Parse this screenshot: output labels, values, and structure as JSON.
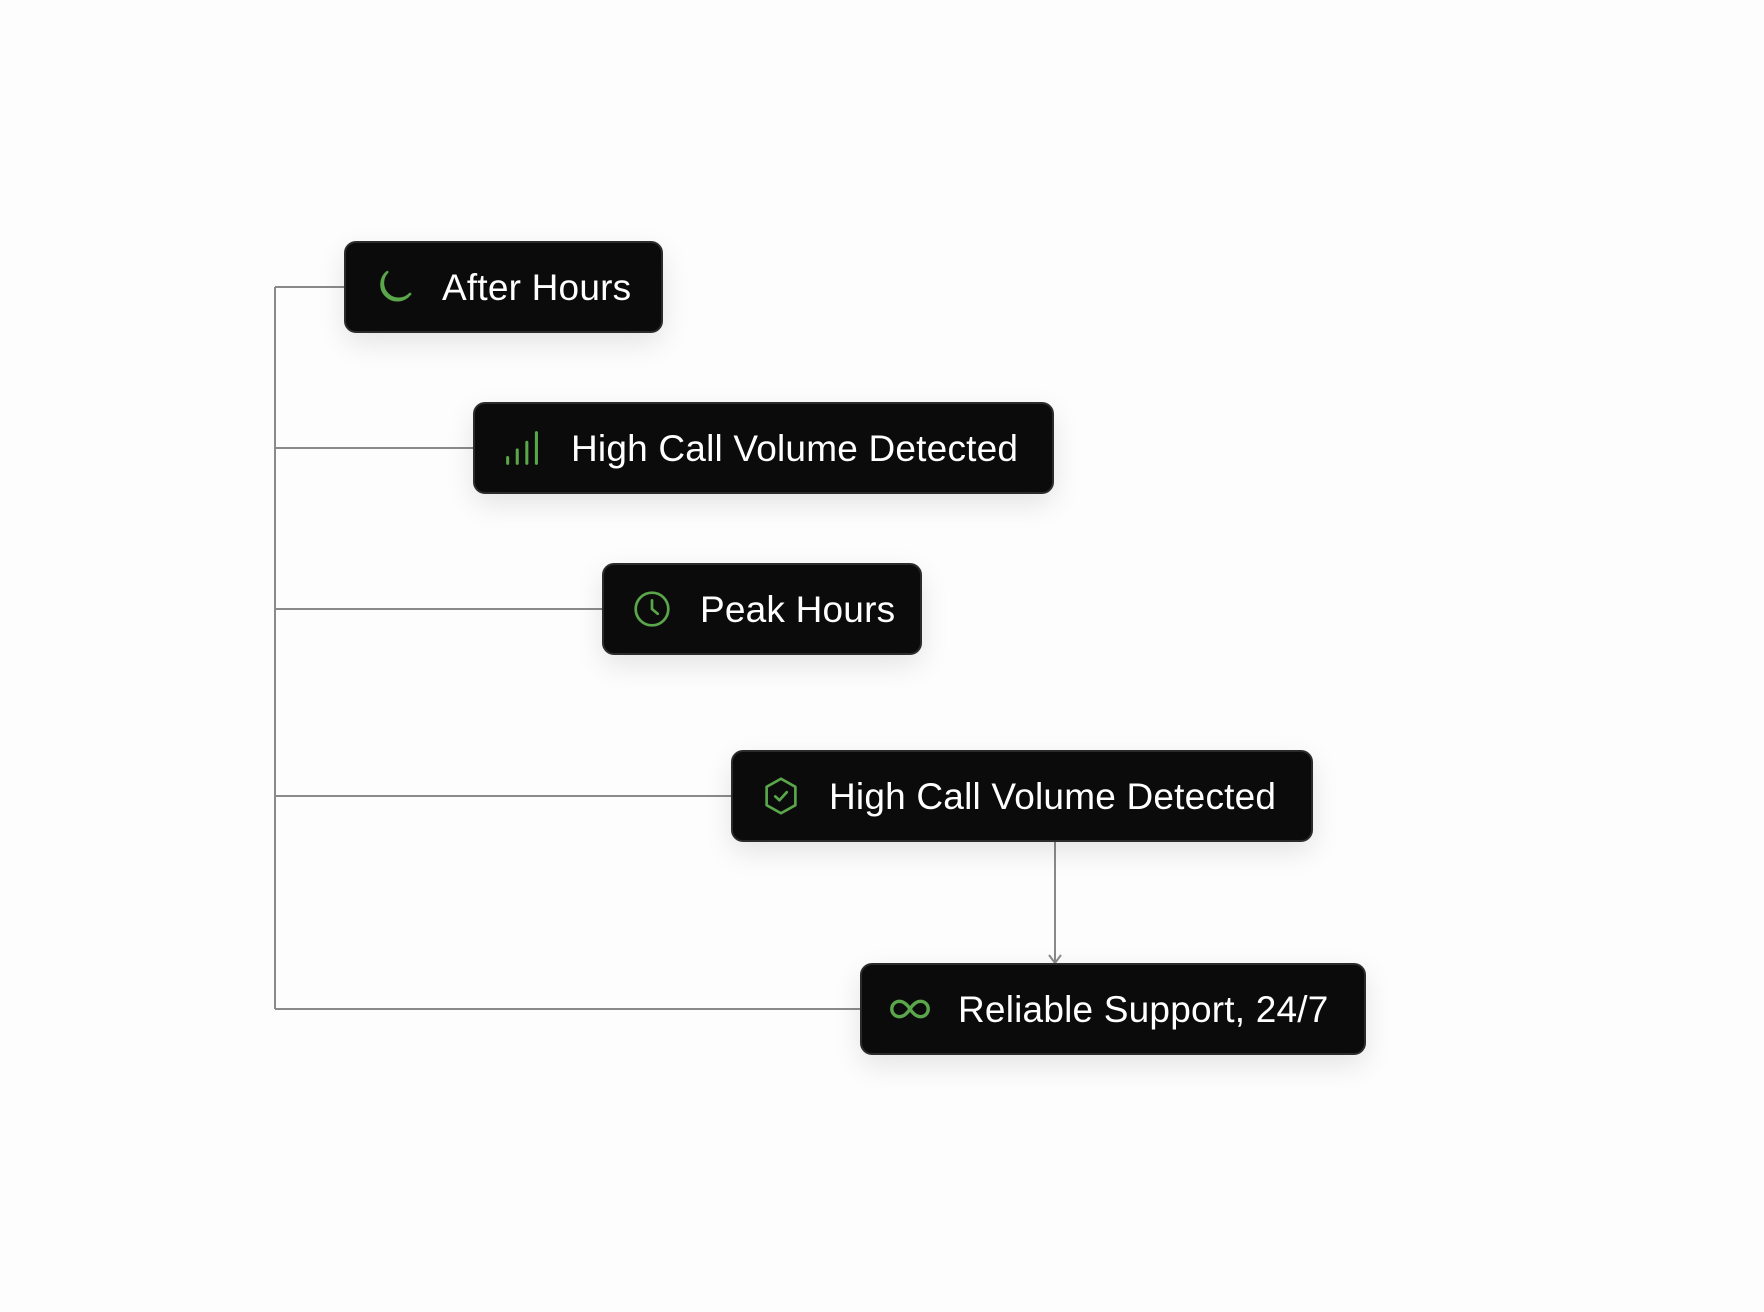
{
  "colors": {
    "accent": "#5aa64a",
    "node_background": "#0b0b0b",
    "node_text": "#ffffff",
    "connector": "#8a8a8a",
    "background": "#fdfdfd"
  },
  "nodes": [
    {
      "label": "After Hours",
      "icon": "moon-icon"
    },
    {
      "label": "High Call Volume Detected",
      "icon": "signal-bars-icon"
    },
    {
      "label": "Peak Hours",
      "icon": "clock-icon"
    },
    {
      "label": "High Call Volume Detected",
      "icon": "shield-check-icon"
    },
    {
      "label": "Reliable Support, 24/7",
      "icon": "infinity-icon"
    }
  ]
}
